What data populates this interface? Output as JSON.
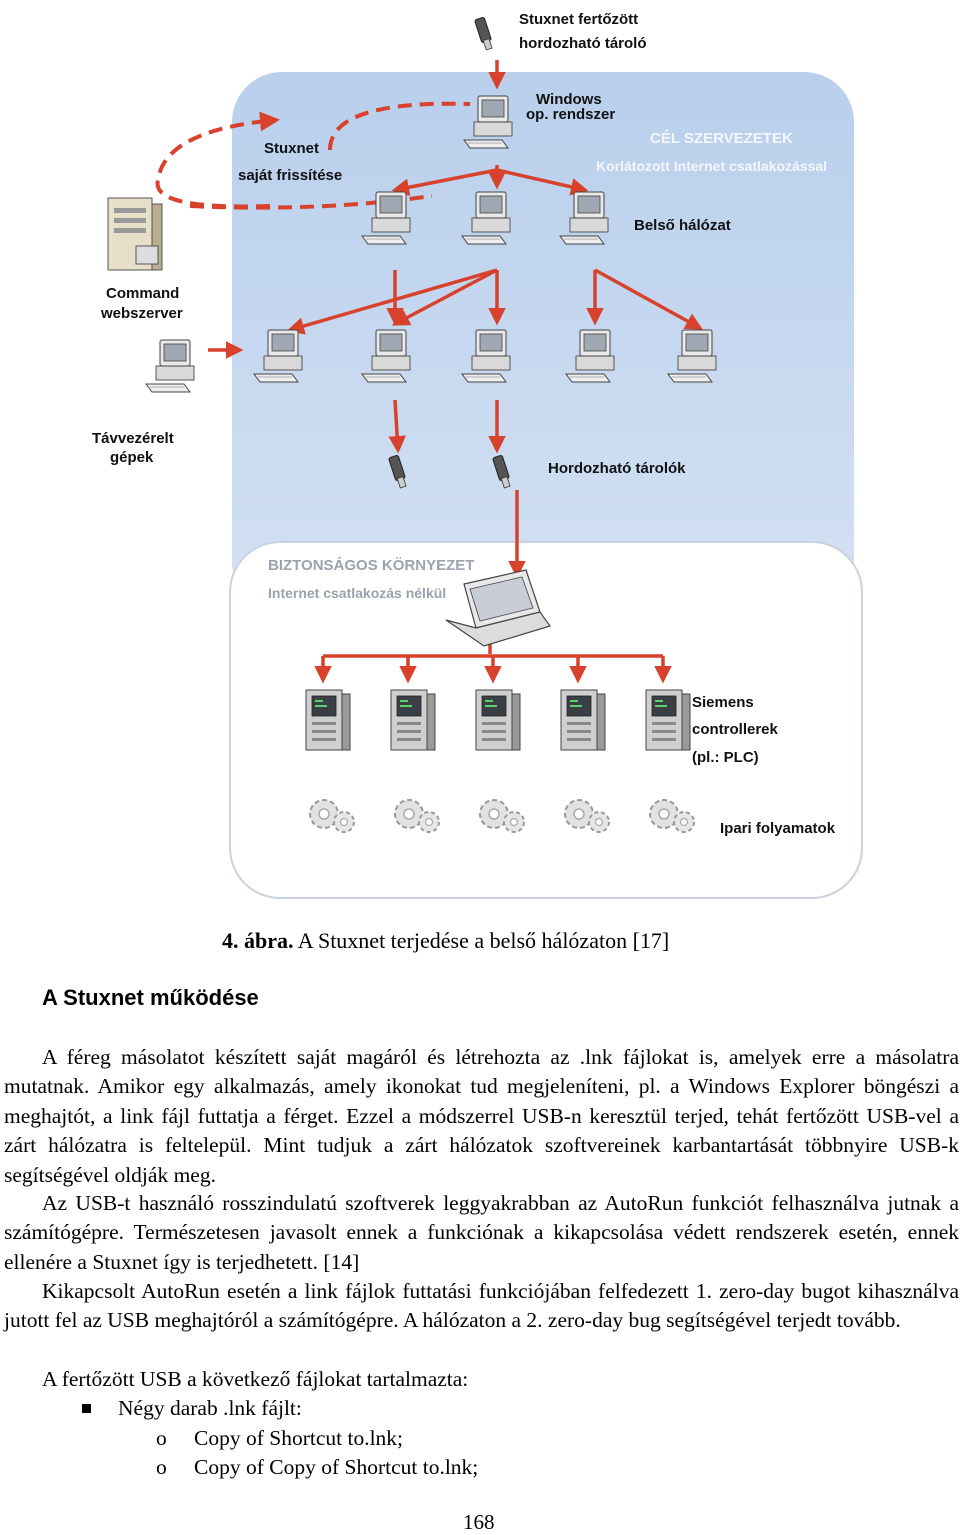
{
  "figure": {
    "labels": {
      "usb_top": [
        "Stuxnet fertőzött",
        "hordozható tároló"
      ],
      "windows": [
        "Windows",
        "op. rendszer"
      ],
      "self_update": [
        "Stuxnet",
        "saját frissítése"
      ],
      "target_orgs": [
        "CÉL SZERVEZETEK",
        "Korlátozott Internet csatlakozással"
      ],
      "internal_net": "Belső hálózat",
      "webserver": [
        "Command",
        "webszerver"
      ],
      "remote": [
        "Távvezérelt",
        "gépek"
      ],
      "removable": "Hordozható tárolók",
      "secure_env": [
        "BIZTONSÁGOS KÖRNYEZET",
        "Internet csatlakozás nélkül"
      ],
      "siemens": [
        "Siemens",
        "controllerek",
        "(pl.: PLC)"
      ],
      "industrial": "Ipari folyamatok"
    },
    "colors": {
      "arrow": "#d8412b",
      "blue_zone": "#c4d7ef",
      "dashed": "#d8412b"
    },
    "caption_num": "4. ábra.",
    "caption_text": " A Stuxnet terjedése a belső hálózaton [17]"
  },
  "section_title": "A Stuxnet működése",
  "paragraphs": [
    "A féreg másolatot készített saját magáról és létrehozta az .lnk fájlokat is, amelyek erre a másolatra mutatnak. Amikor egy alkalmazás, amely ikonokat tud megjeleníteni, pl. a Windows Explorer böngészi a meghajtót, a link fájl futtatja a férget. Ezzel a módszerrel USB-n keresztül terjed, tehát fertőzött USB-vel a zárt hálózatra is feltelepül. Mint tudjuk a zárt hálózatok szoftvereinek karbantartását többnyire USB-k segítségével oldják meg.",
    "Az USB-t használó rosszindulatú szoftverek leggyakrabban az AutoRun funkciót felhasználva jutnak a számítógépre. Természetesen javasolt ennek a funkciónak a kikapcsolása védett rendszerek esetén, ennek ellenére a Stuxnet így is terjedhetett. [14]",
    "Kikapcsolt AutoRun esetén a link fájlok futtatási funkciójában felfedezett 1. zero-day bugot kihasználva jutott fel az USB meghajtóról a számítógépre. A hálózaton a 2. zero-day bug segítségével terjedt tovább.",
    "A fertőzött USB a következő fájlokat tartalmazta:"
  ],
  "list": {
    "bullet": "Négy darab .lnk fájlt:",
    "sub_marker": "o",
    "sub_items": [
      "Copy of Shortcut to.lnk;",
      "Copy of Copy of Shortcut to.lnk;"
    ]
  },
  "page_number": "168"
}
